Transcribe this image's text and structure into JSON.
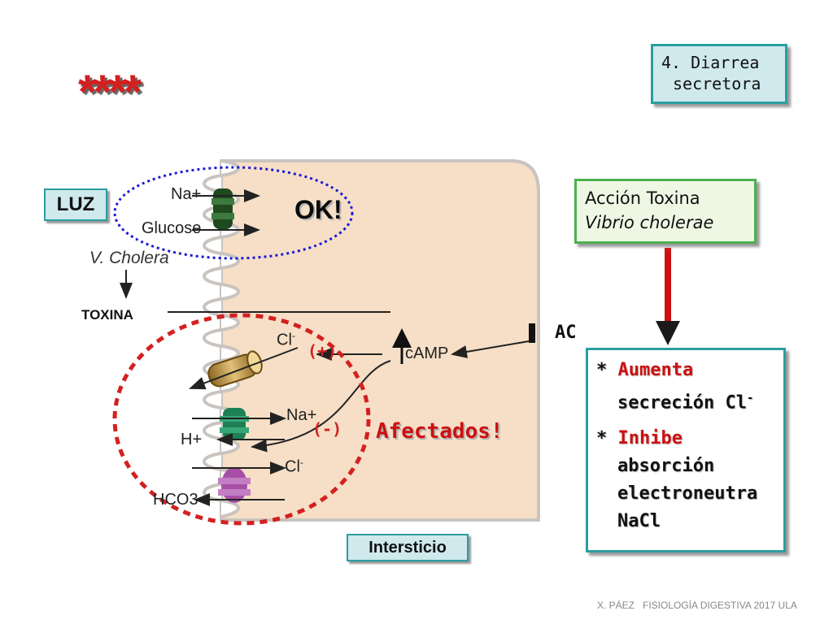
{
  "title_stars": "****",
  "topic_box": {
    "line1": "4. Diarrea",
    "line2": "secretora"
  },
  "lumen_label": "LUZ",
  "ok_label": "OK!",
  "cell_labels": {
    "na_top": "Na+",
    "glucose": "Glucose",
    "v_cholera": "V. Cholera",
    "toxina": "TOXINA",
    "cl_top": "Cl",
    "camp": "cAMP",
    "na_mid": "Na+",
    "h": "H+",
    "cl_bottom": "Cl",
    "hco3": "HCO3"
  },
  "ac_label": "AC",
  "plus_label": "(+)",
  "minus_label": "(-)",
  "affected_label": "Afectados!",
  "interstitium_label": "Intersticio",
  "toxin_box": {
    "line1": "Acción Toxina",
    "line2": "Vibrio cholerae"
  },
  "effects": {
    "bullet1": "*",
    "item1_highlight": "Aumenta",
    "item1_rest": "secreción Cl",
    "item1_sup": "-",
    "bullet2": "*",
    "item2_highlight": "Inhibe",
    "item2_rest1": "absorción",
    "item2_rest2": "electroneutra",
    "item2_rest3": "NaCl"
  },
  "footer": "X. PÁEZ   FISIOLOGÍA DIGESTIVA 2017 ULA",
  "colors": {
    "cell_fill": "#f6dfc6",
    "cell_outline": "#c9c4bf",
    "teal_border": "#2b9e9e",
    "green_border": "#4caf50",
    "blue_ellipse": "#1a1ad6",
    "red_ellipse": "#d42020",
    "red_arrow": "#cc1111"
  }
}
